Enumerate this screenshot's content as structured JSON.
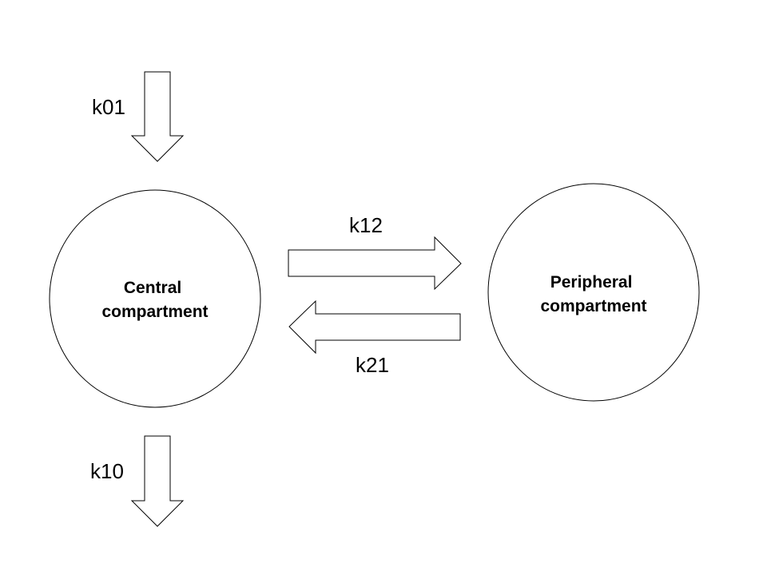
{
  "compartments": {
    "central": {
      "line1": "Central",
      "line2": "compartment"
    },
    "peripheral": {
      "line1": "Peripheral",
      "line2": "compartment"
    }
  },
  "rates": {
    "k01": "k01",
    "k12": "k12",
    "k21": "k21",
    "k10": "k10"
  },
  "colors": {
    "stroke": "#000000",
    "fill": "#ffffff"
  }
}
